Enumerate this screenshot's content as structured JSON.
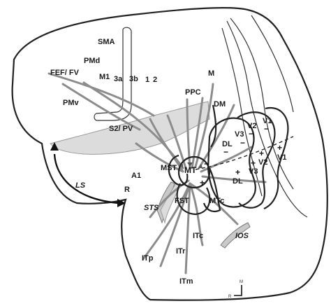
{
  "colors": {
    "outline": "#222222",
    "connection_lines": "#8c8c8c",
    "shaded_regions": "#dcdcdc",
    "background": "#ffffff"
  },
  "labels": {
    "sma": "SMA",
    "pmd": "PMd",
    "fef_fv": "FEF/ FV",
    "m1": "M1",
    "a3": "3a",
    "b3": "3b",
    "n1": "1",
    "n2": "2",
    "pmv": "PMv",
    "s2_pv": "S2/ PV",
    "ppc": "PPC",
    "m": "M",
    "dm": "DM",
    "v1_top": "V1",
    "v2_top": "V2",
    "v3_top": "V3",
    "dl_top": "DL",
    "mst": "MST",
    "mt": "MT",
    "a1": "A1",
    "r": "R",
    "ls": "LS",
    "sts": "STS",
    "fst": "FST",
    "mtc": "MTc",
    "dl_bottom": "DL",
    "v3_bottom": "V3",
    "v2_bottom": "V2",
    "v1_right": "V1",
    "itc": "ITc",
    "itr": "ITr",
    "itp": "ITp",
    "itm": "ITm",
    "ios": "IOS",
    "compass_r": "R",
    "compass_m": "M"
  },
  "signs": {
    "minus": "−",
    "plus": "+"
  }
}
